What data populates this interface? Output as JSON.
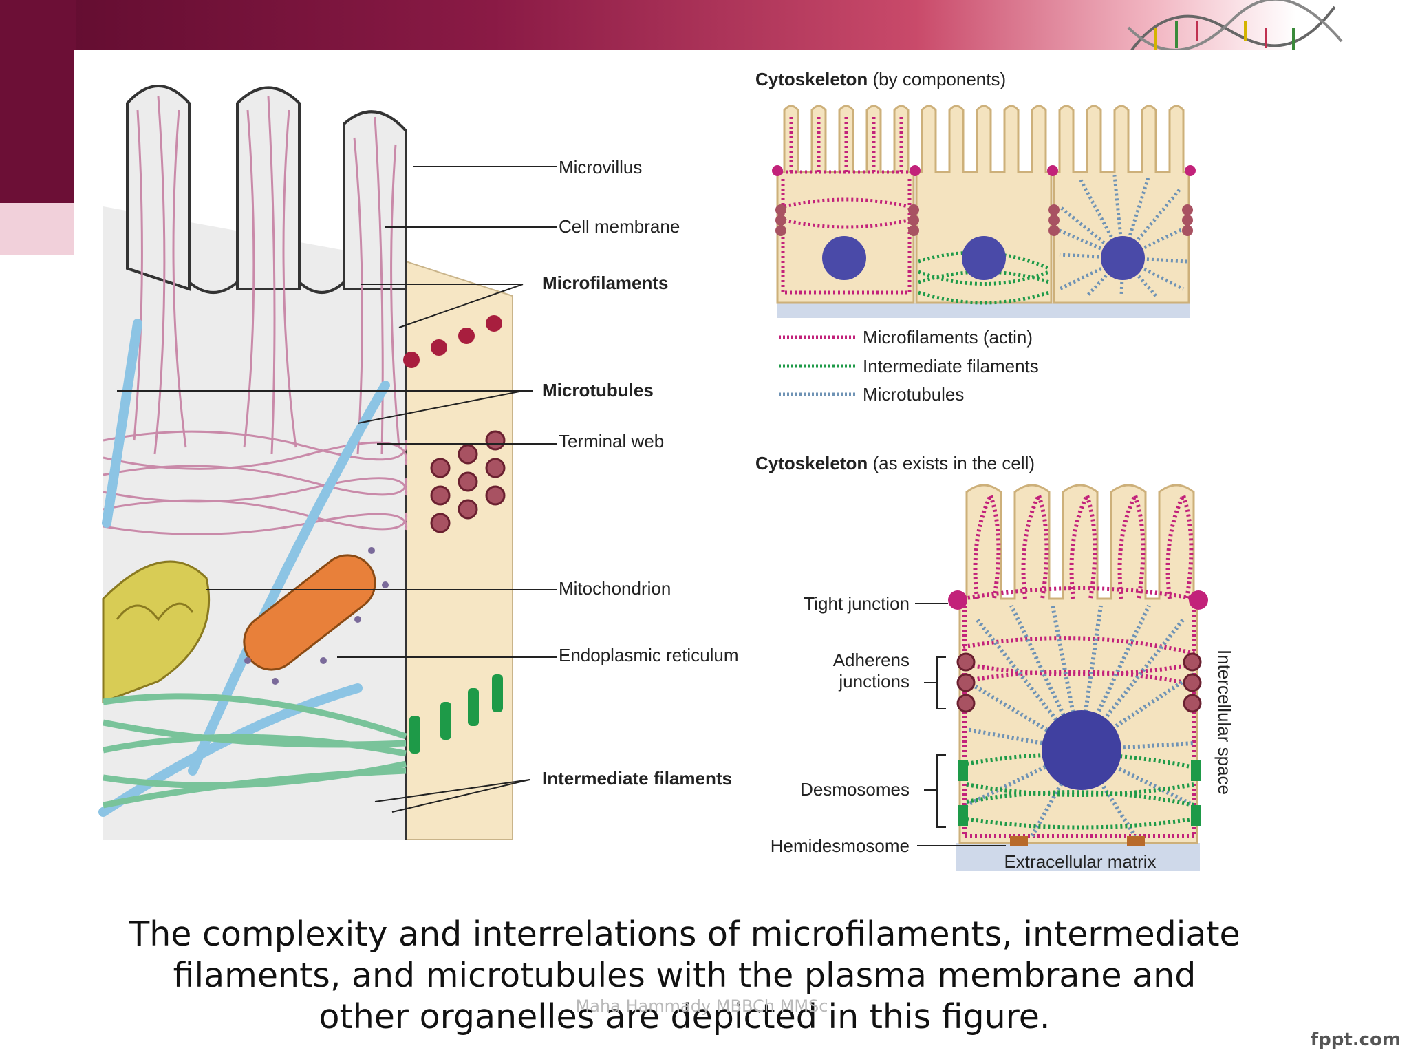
{
  "left_figure": {
    "labels": {
      "microvillus": "Microvillus",
      "cell_membrane": "Cell membrane",
      "microfilaments": "Microfilaments",
      "microtubules": "Microtubules",
      "terminal_web": "Terminal web",
      "mitochondrion": "Mitochondrion",
      "endoplasmic_reticulum": "Endoplasmic reticulum",
      "intermediate_filaments": "Intermediate filaments"
    }
  },
  "top_right_figure": {
    "title_bold": "Cytoskeleton",
    "title_rest": " (by components)",
    "legend": [
      {
        "label": "Microfilaments (actin)",
        "color": "#c2227a"
      },
      {
        "label": "Intermediate filaments",
        "color": "#1e9a48"
      },
      {
        "label": "Microtubules",
        "color": "#6f93b5"
      }
    ]
  },
  "bottom_right_figure": {
    "title_bold": "Cytoskeleton",
    "title_rest": " (as exists in the cell)",
    "labels": {
      "tight_junction": "Tight junction",
      "adherens_line1": "Adherens",
      "adherens_line2": "junctions",
      "desmosomes": "Desmosomes",
      "hemidesmosome": "Hemidesmosome",
      "extracellular_matrix": "Extracellular matrix",
      "intercellular_space": "Intercellular space"
    }
  },
  "caption": "The complexity and interrelations of microfilaments, intermediate filaments, and microtubules with the plasma membrane and other organelles are depicted in this figure.",
  "author": "Maha Hammady MBBCh MMSc",
  "watermark": "fppt.com",
  "colors": {
    "microfilament": "#c2227a",
    "intermediate": "#1e9a48",
    "microtubule": "#6f93b5",
    "cell_fill": "#f4e3bf",
    "nucleus": "#4040a0"
  }
}
